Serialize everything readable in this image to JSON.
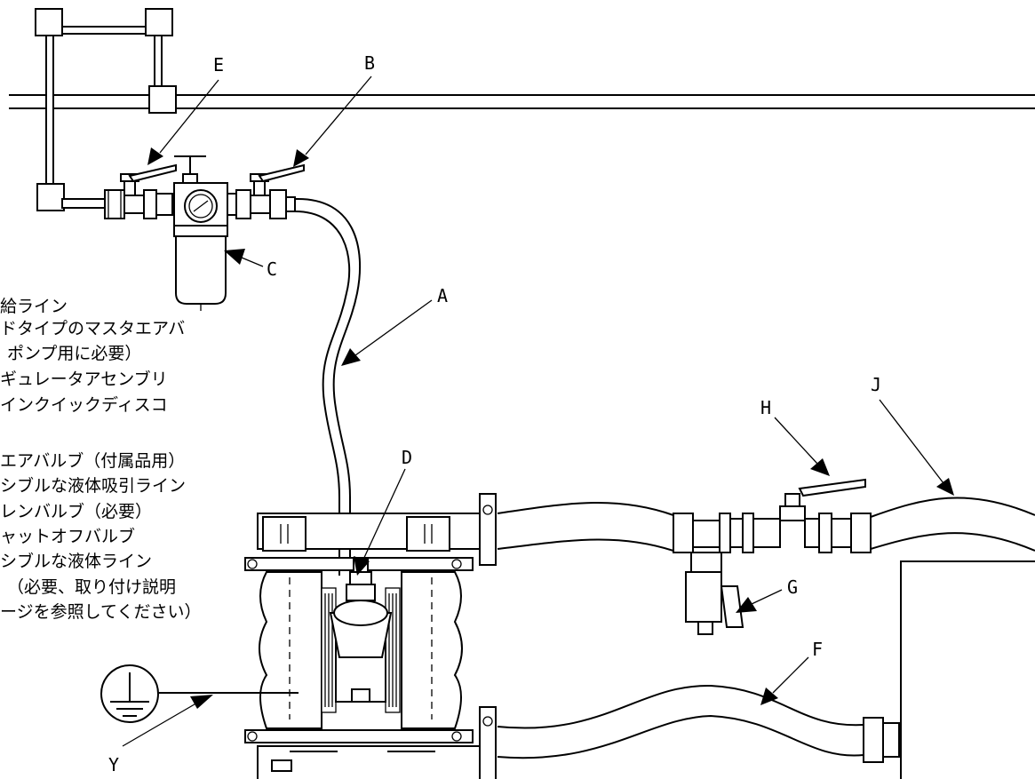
{
  "diagram": {
    "callouts": {
      "A": "A",
      "B": "B",
      "C": "C",
      "D": "D",
      "E": "E",
      "F": "F",
      "G": "G",
      "H": "H",
      "J": "J",
      "Y": "Y"
    },
    "legend": [
      "給ライン",
      "ドタイプのマスタエアバ",
      "ポンプ用に必要）",
      "ギュレータアセンブリ",
      "インクイックディスコ",
      "エアバルブ（付属品用）",
      "シブルな液体吸引ライン",
      "レンバルブ（必要）",
      "ャットオフバルブ",
      "シブルな液体ライン",
      "（必要、取り付け説明",
      "ージを参照してください）"
    ]
  }
}
